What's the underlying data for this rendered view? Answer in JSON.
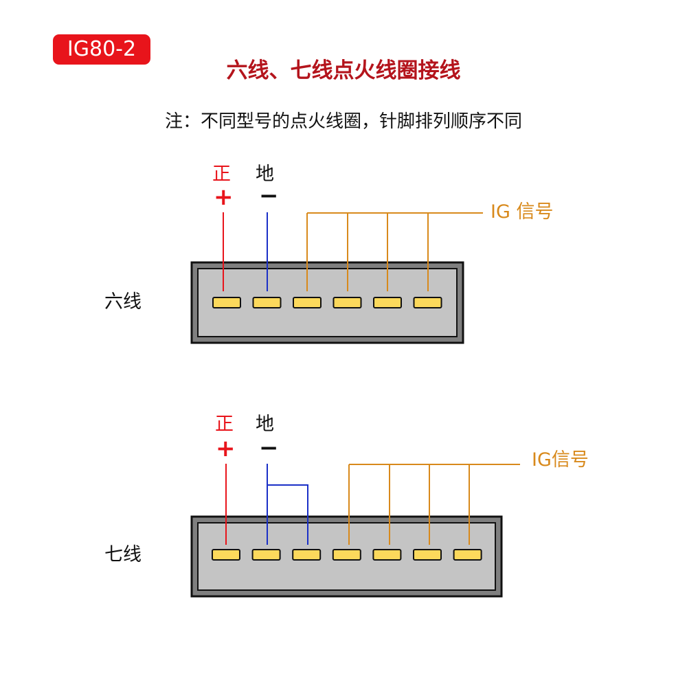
{
  "header": {
    "badge": "IG80-2",
    "title": "六线、七线点火线圈接线",
    "note": "注：不同型号的点火线圈，针脚排列顺序不同"
  },
  "colors": {
    "badge_bg": "#e8141b",
    "title": "#b4141c",
    "positive": "#e8141b",
    "ground": "#1a2fc7",
    "ig_signal": "#d8891b",
    "pin": "#fcd95c",
    "connector_inner": "#c4c4c4",
    "connector_outer": "#7f7f7f"
  },
  "six_wire": {
    "label": "六线",
    "positive_label": "正",
    "positive_symbol": "+",
    "ground_label": "地",
    "ground_symbol": "−",
    "ig_label": "IG 信号",
    "pins": 6
  },
  "seven_wire": {
    "label": "七线",
    "positive_label": "正",
    "positive_symbol": "+",
    "ground_label": "地",
    "ground_symbol": "−",
    "ig_label": "IG信号",
    "pins": 7
  }
}
